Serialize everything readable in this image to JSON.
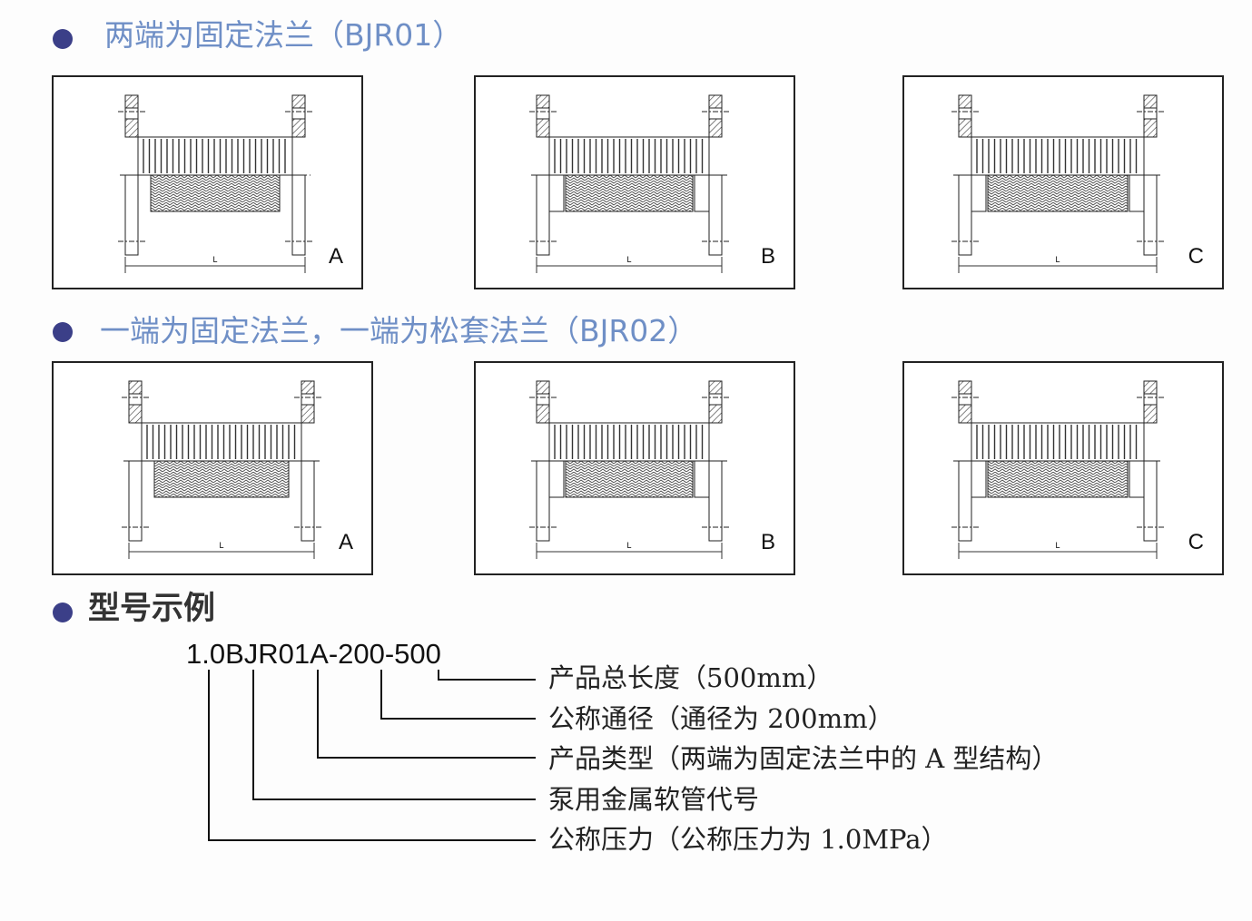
{
  "sections": [
    {
      "title": "两端为固定法兰（BJR01）"
    },
    {
      "title": "一端为固定法兰，一端为松套法兰（BJR02）"
    },
    {
      "title": "型号示例"
    }
  ],
  "panels_row1": [
    {
      "letter": "A",
      "dim_label": "L"
    },
    {
      "letter": "B",
      "dim_label": "L"
    },
    {
      "letter": "C",
      "dim_label": "L"
    }
  ],
  "panels_row2": [
    {
      "letter": "A",
      "dim_label": "L"
    },
    {
      "letter": "B",
      "dim_label": "L"
    },
    {
      "letter": "C",
      "dim_label": "L"
    }
  ],
  "model_example": {
    "code": "1.0BJR01A-200-500",
    "explanations": [
      "产品总长度（500mm）",
      "公称通径（通径为 200mm）",
      "产品类型（两端为固定法兰中的 A 型结构）",
      "泵用金属软管代号",
      "公称压力（公称压力为 1.0MPa）"
    ]
  },
  "colors": {
    "heading": "#6f8fc6",
    "bullet": "#3b3f88"
  }
}
